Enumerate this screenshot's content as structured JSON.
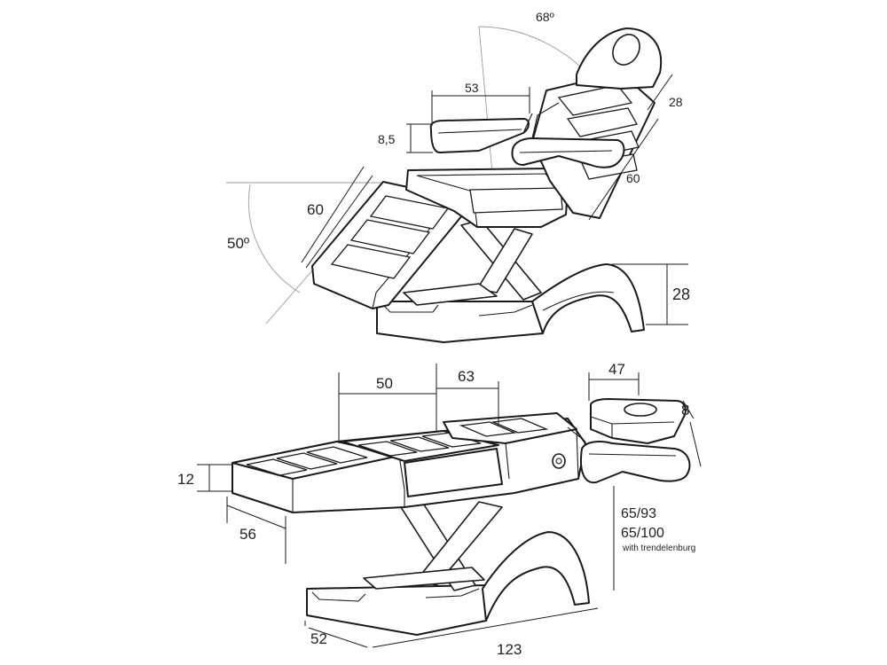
{
  "top_view": {
    "angle_back": "68º",
    "angle_leg": "50º",
    "width_armrest": "53",
    "armrest_height": "8,5",
    "headrest_length": "28",
    "backrest_length": "60",
    "leg_length": "60",
    "base_height": "28"
  },
  "bottom_view": {
    "leg_section": "50",
    "seat_section": "63",
    "headrest_width": "47",
    "headrest_height": "8",
    "thickness": "12",
    "leg_width": "56",
    "height_range": "65/93",
    "height_range_trend": "65/100",
    "trend_note": "with trendelenburg",
    "base_width": "52",
    "total_length": "123"
  },
  "colors": {
    "line": "#1a1a1a",
    "guide": "#9a9a9a"
  }
}
